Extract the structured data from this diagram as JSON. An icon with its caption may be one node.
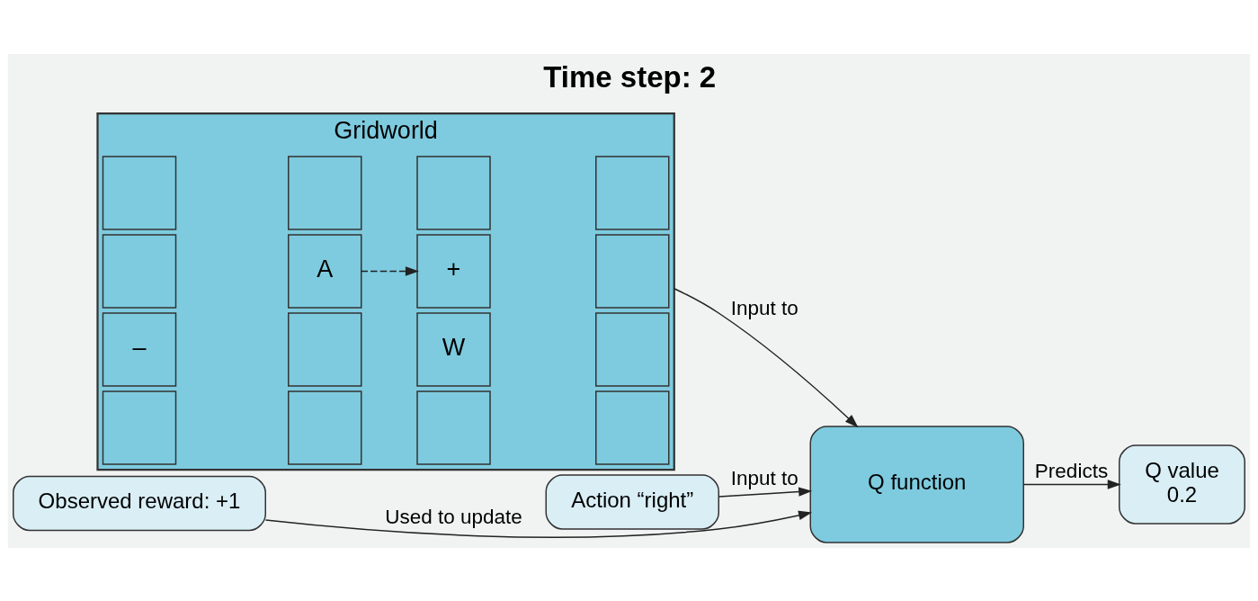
{
  "diagram": {
    "title": "Time step: 2",
    "nodes": [
      {
        "text": [
          "Gridworld"
        ]
      },
      {
        "text": [],
        "shape": "box",
        "in": 0
      },
      {
        "text": [],
        "shape": "box",
        "in": 0
      },
      {
        "text": [],
        "shape": "box",
        "in": 0
      },
      {
        "text": [],
        "shape": "box",
        "in": 0
      },
      {
        "text": [],
        "shape": "box",
        "in": 0
      },
      {
        "text": [
          "A"
        ],
        "in": 0
      },
      {
        "text": [
          "+"
        ],
        "in": 0
      },
      {
        "text": [],
        "shape": "box",
        "in": 0
      },
      {
        "text": [
          "–"
        ],
        "in": 0
      },
      {
        "text": [],
        "shape": "box",
        "in": 0
      },
      {
        "text": [
          "W"
        ],
        "in": 0
      },
      {
        "text": [],
        "shape": "box",
        "in": 0
      },
      {
        "text": [],
        "shape": "box",
        "in": 0
      },
      {
        "text": [],
        "shape": "box",
        "in": 0
      },
      {
        "text": [],
        "shape": "box",
        "in": 0
      },
      {
        "text": [],
        "shape": "box",
        "in": 0
      },
      {
        "text": [
          "Q function"
        ]
      },
      {
        "text": [
          "Q value",
          "0.2"
        ]
      },
      {
        "text": [
          "Action “right”"
        ]
      },
      {
        "text": [
          "Observed reward: +1"
        ]
      }
    ],
    "edges": [
      {
        "from": 6,
        "to": 7,
        "arrow": "to",
        "style": "dashed"
      },
      {
        "from": 0,
        "to": 17,
        "label": "Input to",
        "arrow": "to"
      },
      {
        "from": 19,
        "to": 17,
        "label": "Input to",
        "arrow": "to"
      },
      {
        "from": 17,
        "to": 18,
        "label": "Predicts",
        "arrow": "to"
      },
      {
        "from": 20,
        "to": 17,
        "label": "Used to update",
        "arrow": "to"
      }
    ]
  }
}
